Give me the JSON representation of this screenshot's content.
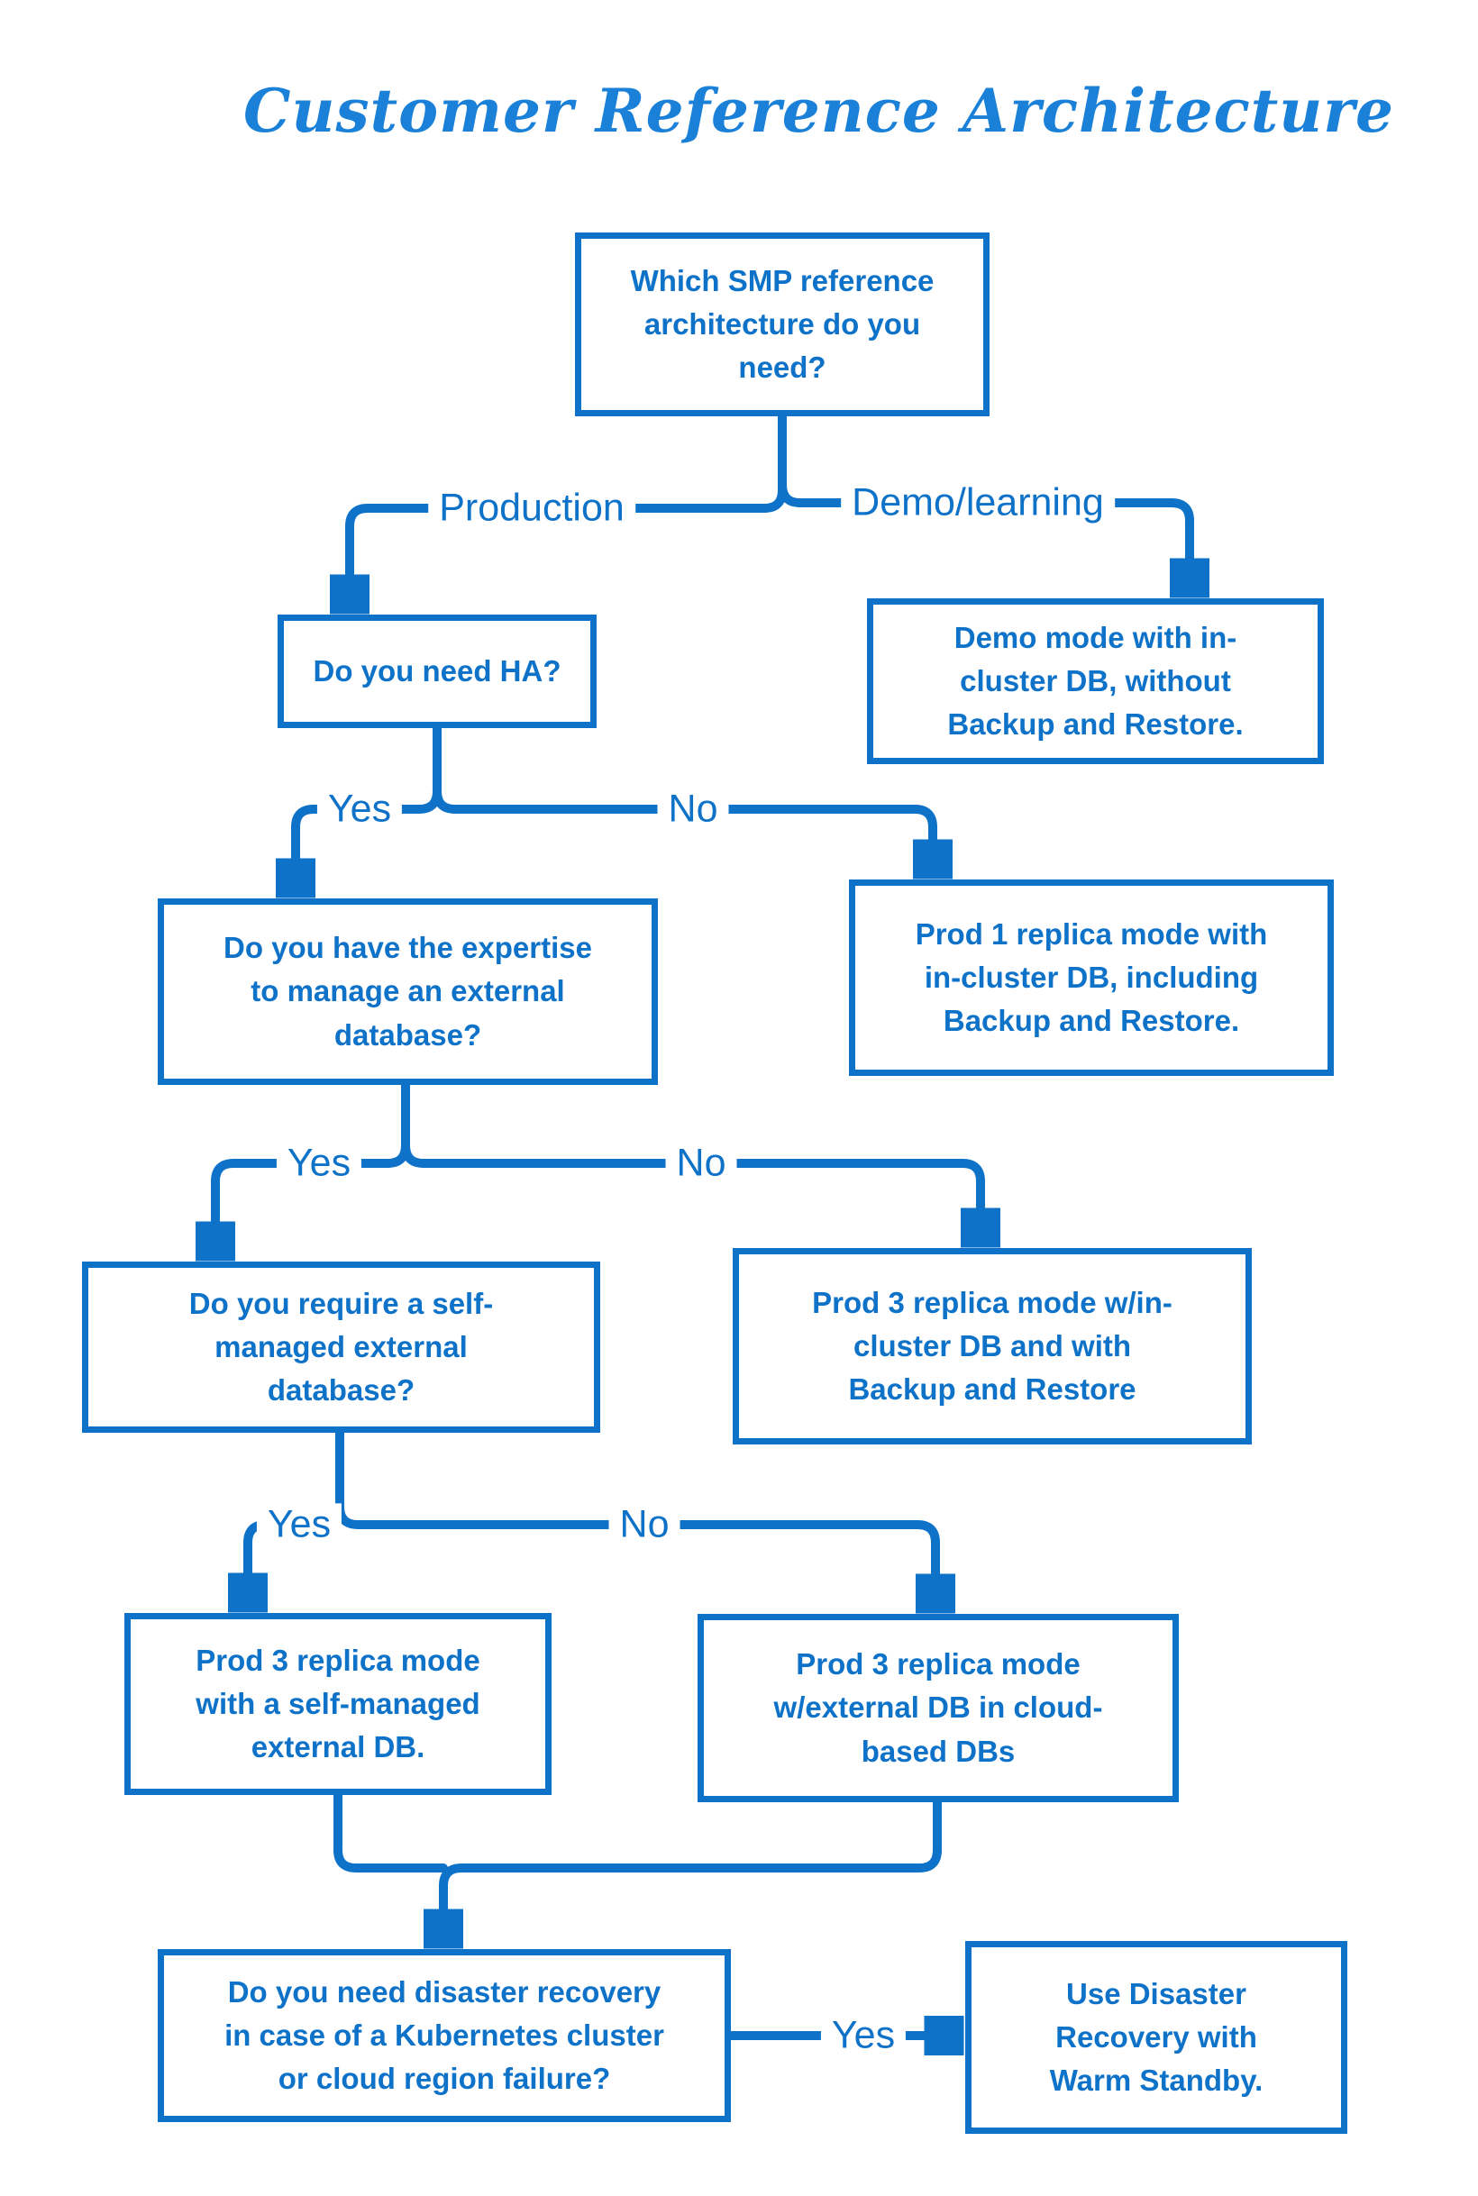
{
  "title": "Customer Reference Architecture",
  "colors": {
    "accent": "#0e72c8",
    "title_blue": "#1a80d8",
    "background": "#ffffff"
  },
  "nodes": {
    "root": "Which SMP reference\narchitecture do you\nneed?",
    "need_ha": "Do you need HA?",
    "demo_mode": "Demo mode with in-\ncluster DB, without\nBackup and Restore.",
    "expertise": "Do you have the expertise\nto manage an external\ndatabase?",
    "prod1_incluster": "Prod 1 replica mode with\nin-cluster DB, including\nBackup and Restore.",
    "self_managed_q": "Do you require a self-\nmanaged external\ndatabase?",
    "prod3_incluster": "Prod 3 replica mode w/in-\ncluster DB and with\nBackup and Restore",
    "prod3_self_managed": "Prod 3 replica mode\nwith a self-managed\nexternal DB.",
    "prod3_cloud": "Prod 3 replica mode\nw/external DB in cloud-\nbased DBs",
    "disaster_recovery_q": "Do you need disaster recovery\nin case of a Kubernetes cluster\nor cloud region failure?",
    "warm_standby": "Use Disaster\nRecovery with\nWarm Standby."
  },
  "edge_labels": {
    "production": "Production",
    "demo_learning": "Demo/learning",
    "ha_yes": "Yes",
    "ha_no": "No",
    "expertise_yes": "Yes",
    "expertise_no": "No",
    "self_managed_yes": "Yes",
    "self_managed_no": "No",
    "dr_yes": "Yes"
  }
}
